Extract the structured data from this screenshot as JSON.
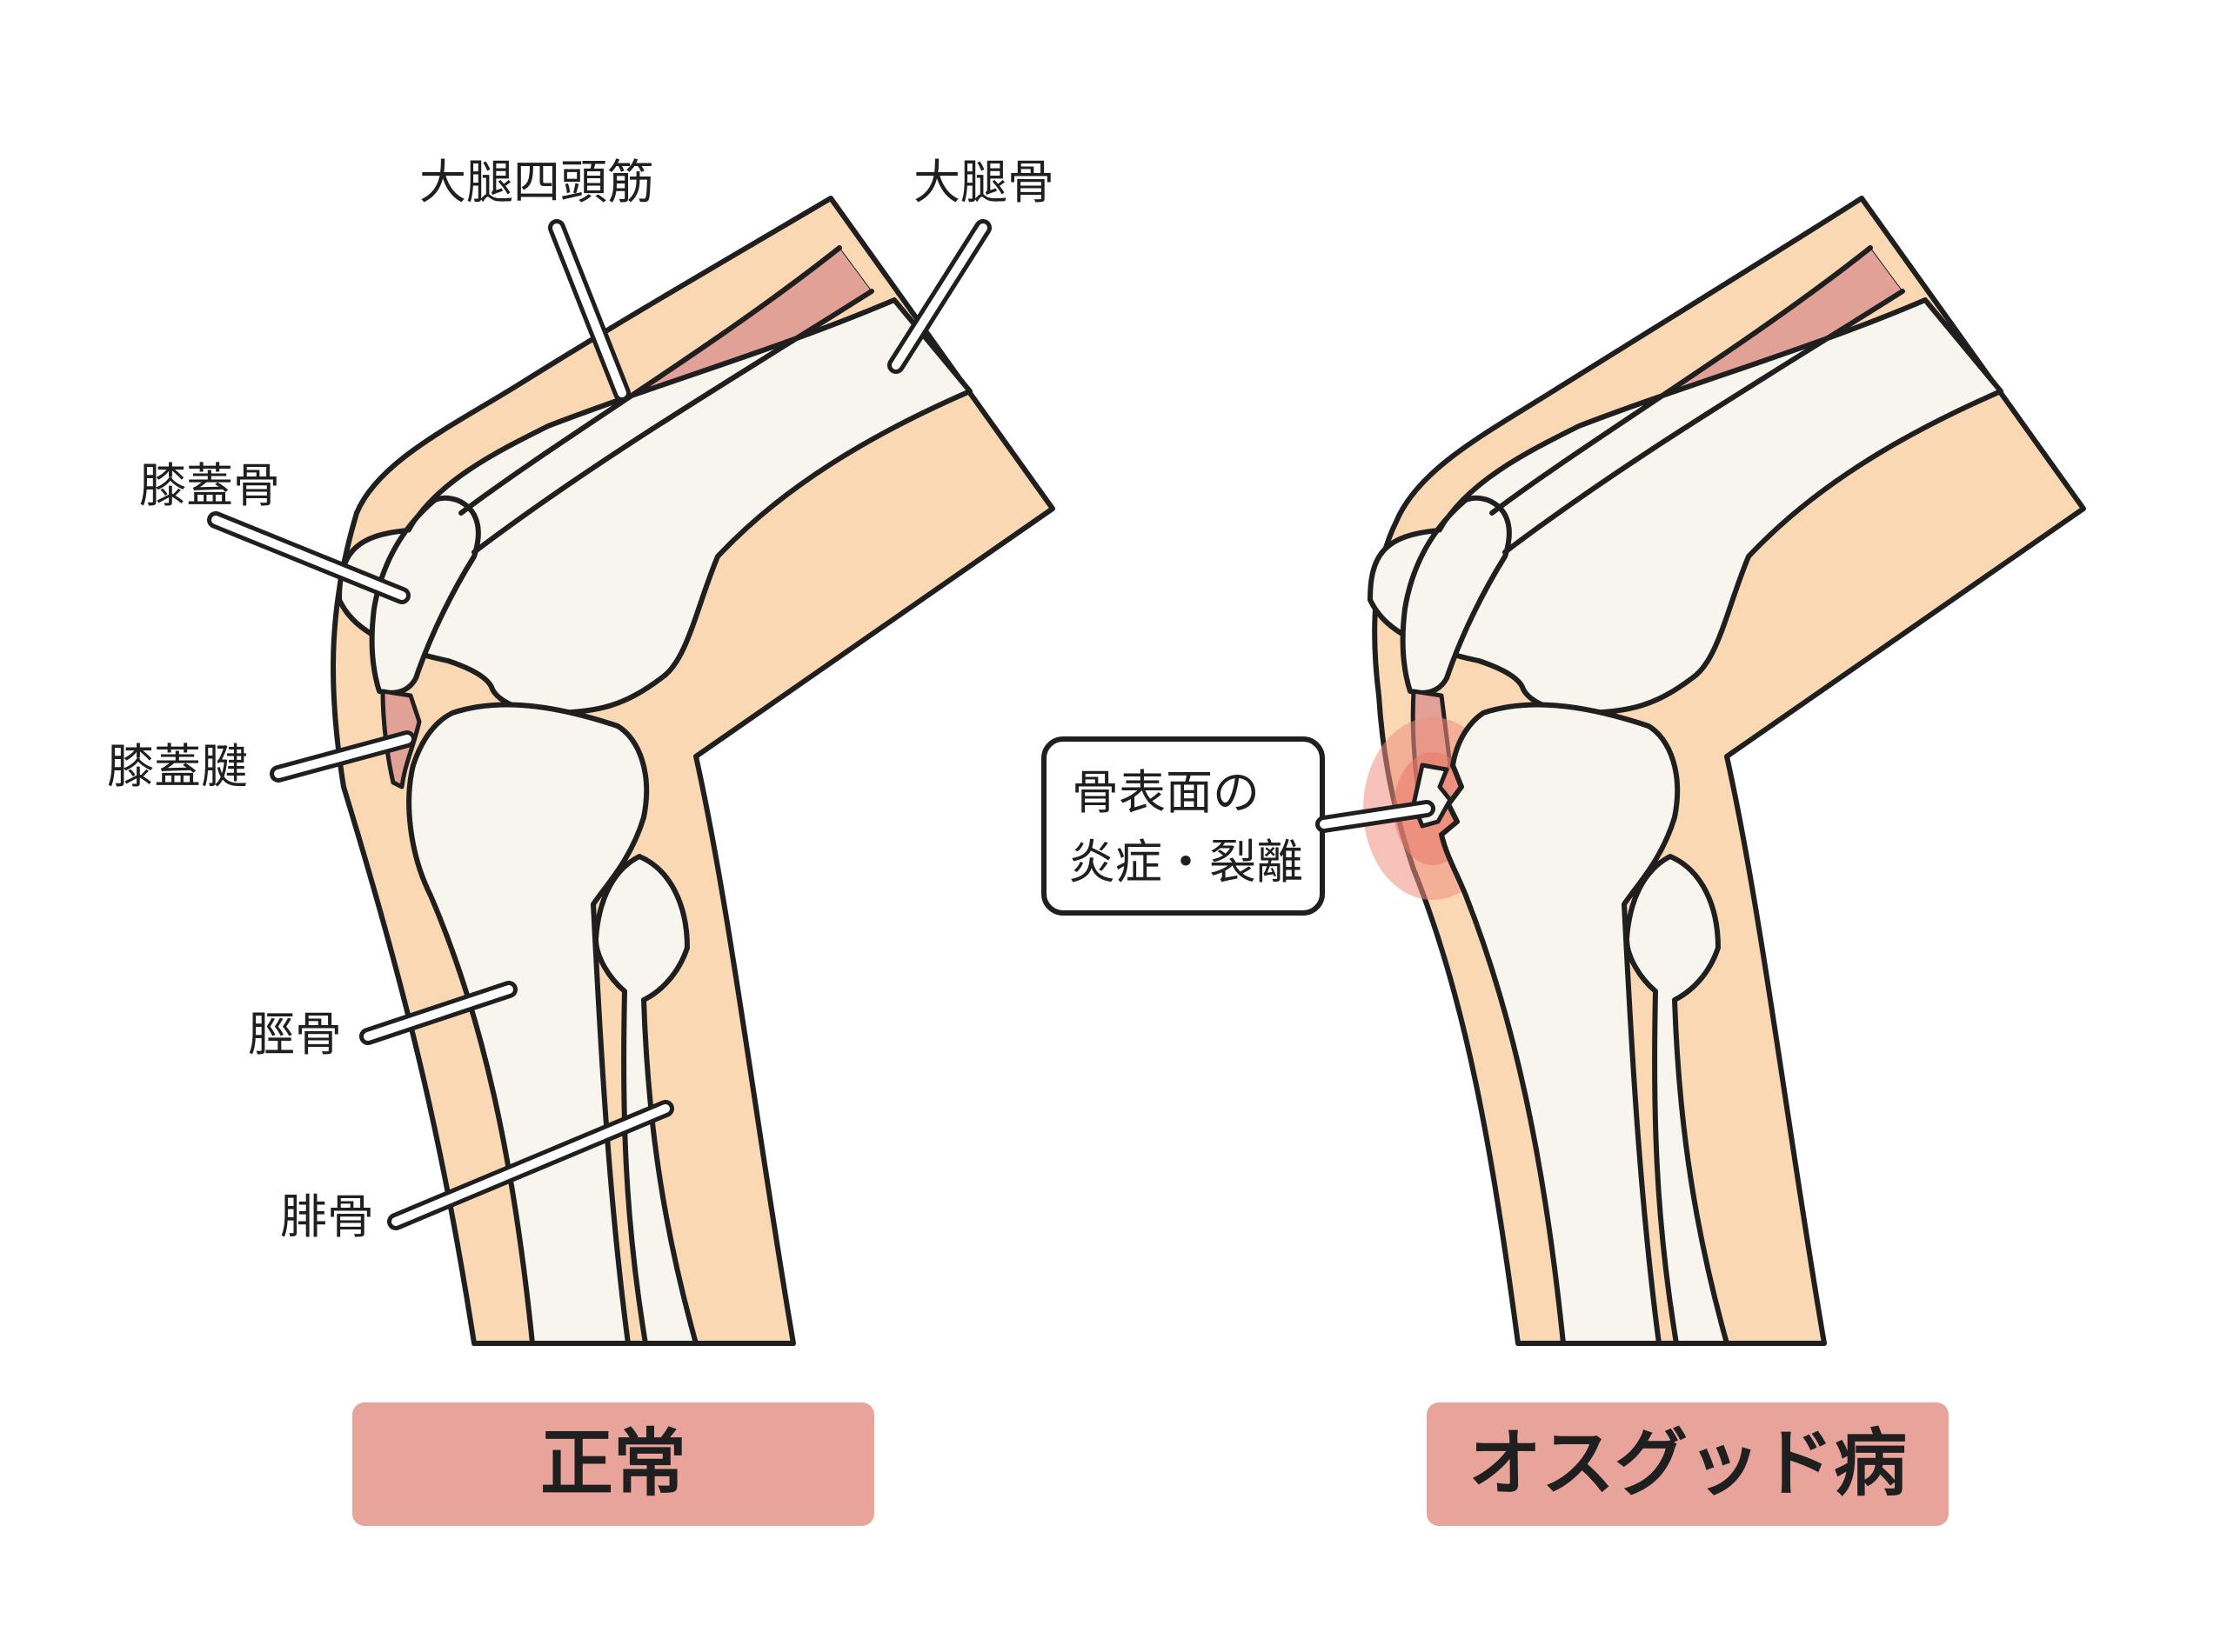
{
  "colors": {
    "skin": "#fbd8b4",
    "bone": "#f7f5ee",
    "muscle": "#e2a196",
    "outline": "#1f1f1f",
    "caption_bg": "#e8a39b",
    "inflammation": "#ef8f80"
  },
  "normal": {
    "labels": {
      "quadriceps": "大腿四頭筋",
      "femur": "大腿骨",
      "patella": "膝蓋骨",
      "patellar_tendon": "膝蓋腱",
      "tibia": "脛骨",
      "fibula": "腓骨"
    },
    "caption": "正常"
  },
  "osgood": {
    "callout_line1": "骨表面の",
    "callout_line2": "炎症・裂離",
    "caption": "オスグッド病"
  }
}
